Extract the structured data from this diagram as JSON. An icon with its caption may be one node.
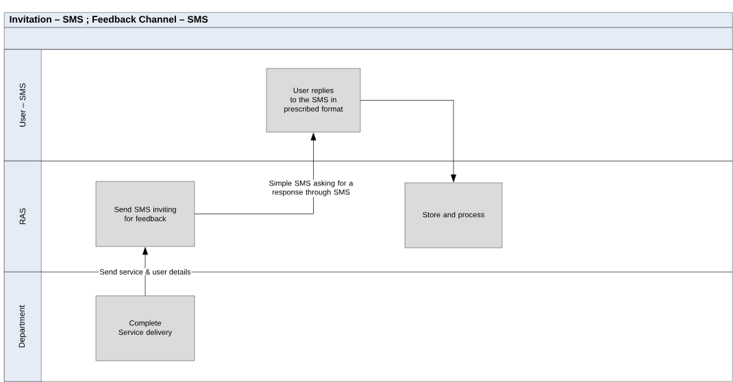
{
  "diagram": {
    "title": "Invitation – SMS ; Feedback Channel – SMS",
    "nodes": [
      {
        "text": [
          "User – SMS"
        ]
      },
      {
        "text": [
          "RAS"
        ]
      },
      {
        "text": [
          "Department"
        ]
      },
      {
        "text": [
          "User replies to the SMS in prescribed format"
        ],
        "in": 0
      },
      {
        "text": [
          "Send SMS inviting for feedback"
        ],
        "in": 1
      },
      {
        "text": [
          "Store and process"
        ],
        "in": 1
      },
      {
        "text": [
          "Complete Service delivery"
        ],
        "in": 2
      }
    ],
    "edges": [
      {
        "from": 6,
        "to": 4,
        "arrow": "to",
        "label": "Send service & user details"
      },
      {
        "from": 4,
        "to": 3,
        "arrow": "to",
        "label": "Simple SMS asking for a response through SMS"
      },
      {
        "from": 3,
        "to": 5,
        "arrow": "to"
      }
    ]
  }
}
